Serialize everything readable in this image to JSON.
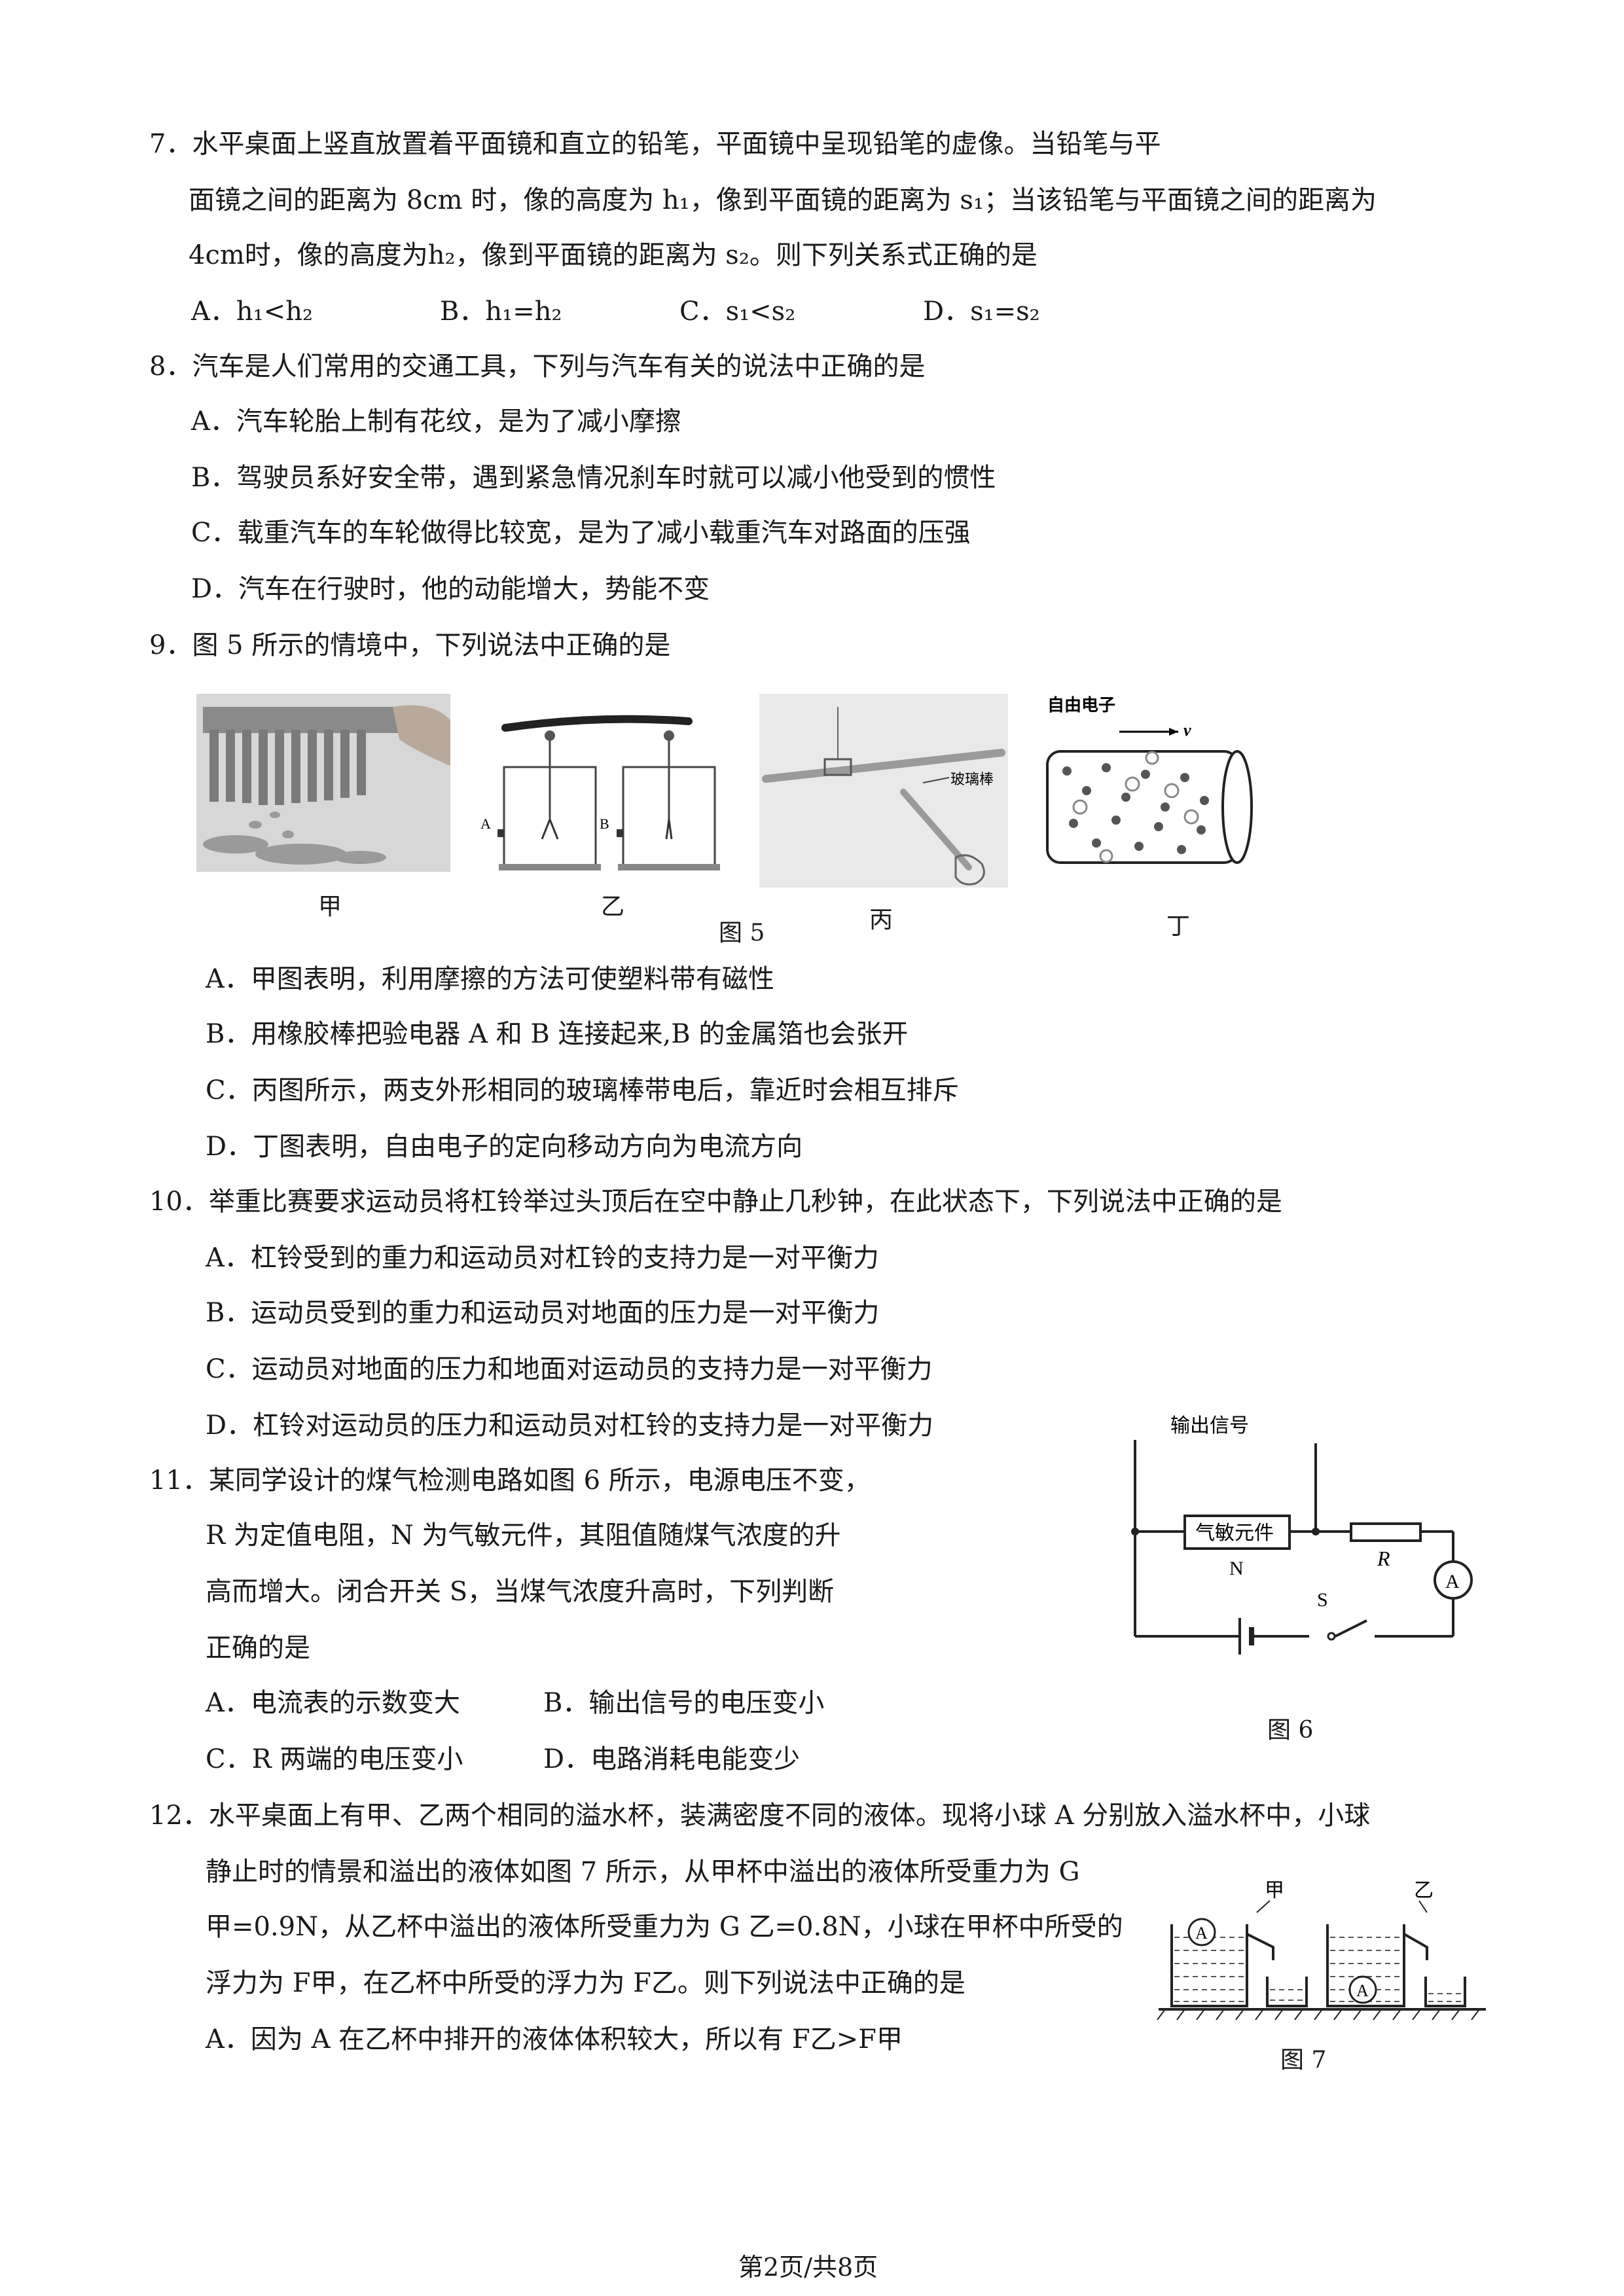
{
  "q7": {
    "line1": "7．水平桌面上竖直放置着平面镜和直立的铅笔，平面镜中呈现铅笔的虚像。当铅笔与平",
    "line2": "面镜之间的距离为 8cm 时，像的高度为 h₁，像到平面镜的距离为 s₁；当该铅笔与平面镜之间的距离为",
    "line3": "4cm时，像的高度为h₂，像到平面镜的距离为 s₂。则下列关系式正确的是",
    "opts": [
      "A．h₁<h₂",
      "B．h₁=h₂",
      "C．s₁<s₂",
      "D．s₁=s₂"
    ]
  },
  "q8": {
    "stem": "8．汽车是人们常用的交通工具，下列与汽车有关的说法中正确的是",
    "opts": [
      "A．汽车轮胎上制有花纹，是为了减小摩擦",
      "B．驾驶员系好安全带，遇到紧急情况刹车时就可以减小他受到的惯性",
      "C．载重汽车的车轮做得比较宽，是为了减小载重汽车对路面的压强",
      "D．汽车在行驶时，他的动能增大，势能不变"
    ]
  },
  "q9": {
    "stem": "9．图 5 所示的情境中，下列说法中正确的是",
    "fig_labels": [
      "甲",
      "乙",
      "丙",
      "丁"
    ],
    "fig_caption": "图 5",
    "fig_text": {
      "ziyou": "自由电子",
      "v": "v",
      "boli": "玻璃棒",
      "A": "A",
      "B": "B"
    },
    "opts": [
      "A．甲图表明，利用摩擦的方法可使塑料带有磁性",
      "B．用橡胶棒把验电器 A 和 B 连接起来,B 的金属箔也会张开",
      "C．丙图所示，两支外形相同的玻璃棒带电后，靠近时会相互排斥",
      "D．丁图表明，自由电子的定向移动方向为电流方向"
    ]
  },
  "q10": {
    "stem": "10．举重比赛要求运动员将杠铃举过头顶后在空中静止几秒钟，在此状态下，下列说法中正确的是",
    "opts": [
      "A．杠铃受到的重力和运动员对杠铃的支持力是一对平衡力",
      "B．运动员受到的重力和运动员对地面的压力是一对平衡力",
      "C．运动员对地面的压力和地面对运动员的支持力是一对平衡力",
      "D．杠铃对运动员的压力和运动员对杠铃的支持力是一对平衡力"
    ]
  },
  "q11": {
    "lines": [
      "11．某同学设计的煤气检测电路如图 6 所示，电源电压不变，",
      "R 为定值电阻，N 为气敏元件，其阻值随煤气浓度的升",
      "高而增大。闭合开关 S，当煤气浓度升高时，下列判断",
      "正确的是"
    ],
    "opts": [
      "A．电流表的示数变大",
      "B．输出信号的电压变小",
      "C．R 两端的电压变小",
      "D．电路消耗电能变少"
    ],
    "fig": {
      "output": "输出信号",
      "sensor": "气敏元件",
      "N": "N",
      "R": "R",
      "A": "A",
      "S": "S",
      "caption": "图 6"
    }
  },
  "q12": {
    "lines": [
      "12．水平桌面上有甲、乙两个相同的溢水杯，装满密度不同的液体。现将小球 A 分别放入溢水杯中，小球",
      "静止时的情景和溢出的液体如图 7 所示，从甲杯中溢出的液体所受重力为 G",
      "甲=0.9N，从乙杯中溢出的液体所受重力为 G 乙=0.8N，小球在甲杯中所受的",
      "浮力为 F甲，在乙杯中所受的浮力为 F乙。则下列说法中正确的是",
      "A．因为 A 在乙杯中排开的液体体积较大，所以有 F乙>F甲"
    ],
    "fig": {
      "jia": "甲",
      "yi": "乙",
      "A": "A",
      "caption": "图 7"
    }
  },
  "footer": "第2页/共8页"
}
